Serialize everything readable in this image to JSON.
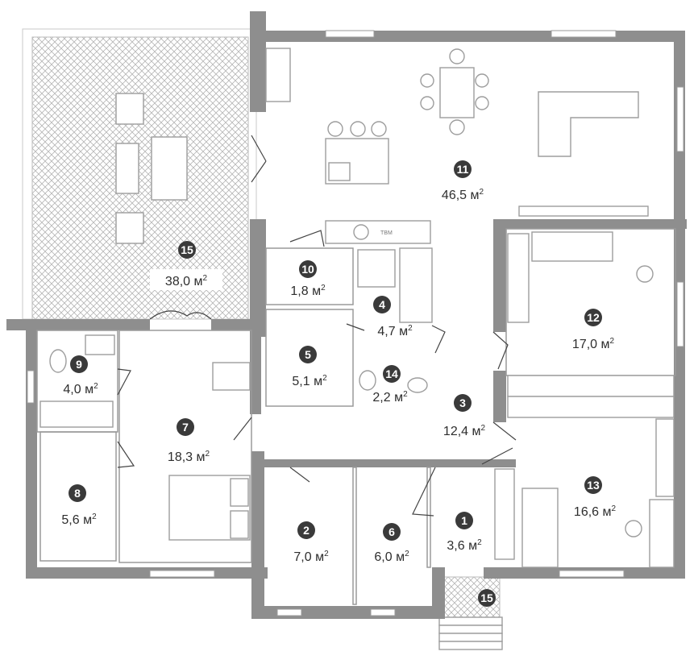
{
  "units": {
    "area_unit": "м",
    "area_sup": "2"
  },
  "rooms": [
    {
      "id": "room-1",
      "number": "1",
      "area": "3,6"
    },
    {
      "id": "room-2",
      "number": "2",
      "area": "7,0"
    },
    {
      "id": "room-3",
      "number": "3",
      "area": "12,4"
    },
    {
      "id": "room-4",
      "number": "4",
      "area": "4,7"
    },
    {
      "id": "room-5",
      "number": "5",
      "area": "5,1"
    },
    {
      "id": "room-6",
      "number": "6",
      "area": "6,0"
    },
    {
      "id": "room-7",
      "number": "7",
      "area": "18,3"
    },
    {
      "id": "room-8",
      "number": "8",
      "area": "5,6"
    },
    {
      "id": "room-9",
      "number": "9",
      "area": "4,0"
    },
    {
      "id": "room-10",
      "number": "10",
      "area": "1,8"
    },
    {
      "id": "room-11",
      "number": "11",
      "area": "46,5"
    },
    {
      "id": "room-12",
      "number": "12",
      "area": "17,0"
    },
    {
      "id": "room-13",
      "number": "13",
      "area": "16,6"
    },
    {
      "id": "room-14",
      "number": "14",
      "area": "2,2"
    },
    {
      "id": "room-15-terrace",
      "number": "15",
      "area": "38,0"
    },
    {
      "id": "room-15-porch",
      "number": "15",
      "area": ""
    }
  ],
  "fixtures": {
    "washer_label": "ТВМ"
  },
  "colors": {
    "wall": "#8e8e8e",
    "badge": "#3a3a3a",
    "text": "#2e2e2e"
  }
}
